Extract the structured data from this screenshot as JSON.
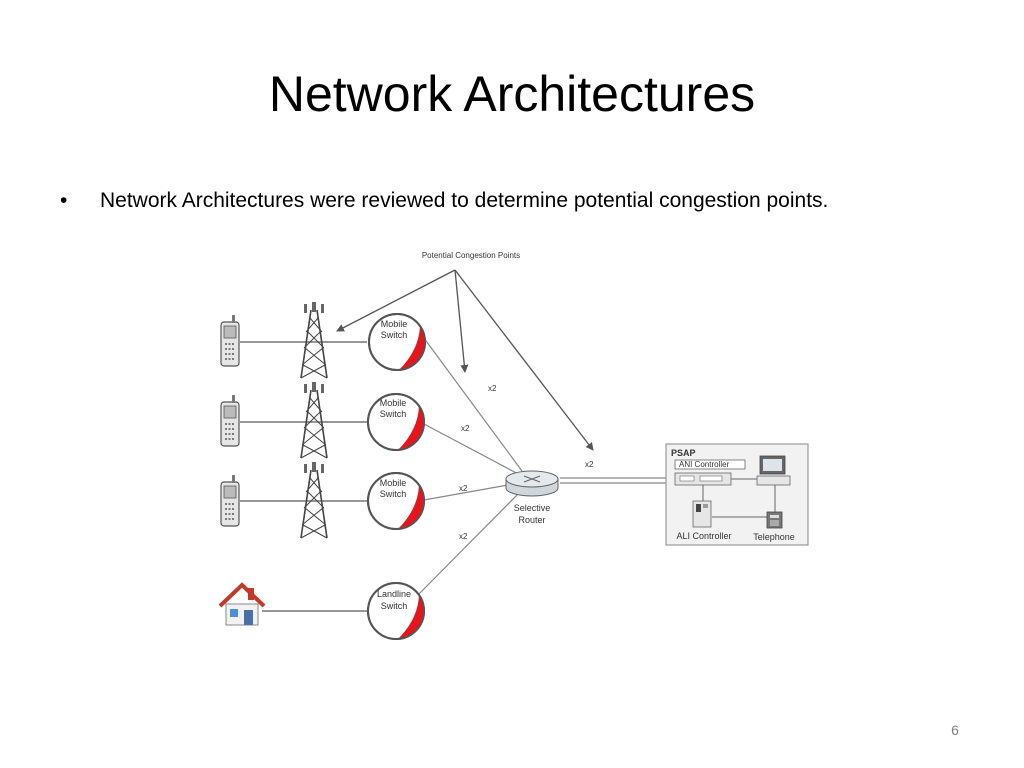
{
  "slide": {
    "title": "Network Architectures",
    "bullet_marker": "•",
    "bullet_text": "Network Architectures were reviewed to determine potential congestion points.",
    "page_number": "6"
  },
  "diagram": {
    "congestion_label": "Potential Congestion Points",
    "switches": [
      {
        "line1": "Mobile",
        "line2": "Switch"
      },
      {
        "line1": "Mobile",
        "line2": "Switch"
      },
      {
        "line1": "Mobile",
        "line2": "Switch"
      },
      {
        "line1": "Landline",
        "line2": "Switch"
      }
    ],
    "trunk_labels": [
      "x2",
      "x2",
      "x2",
      "x2",
      "x2"
    ],
    "router": {
      "line1": "Selective",
      "line2": "Router"
    },
    "psap": {
      "title": "PSAP",
      "ani_controller": "ANI Controller",
      "ali_controller": "ALI Controller",
      "telephone": "Telephone"
    },
    "colors": {
      "switch_fill": "#e8141c",
      "line": "#7a7a7a",
      "arrow": "#555555"
    }
  }
}
